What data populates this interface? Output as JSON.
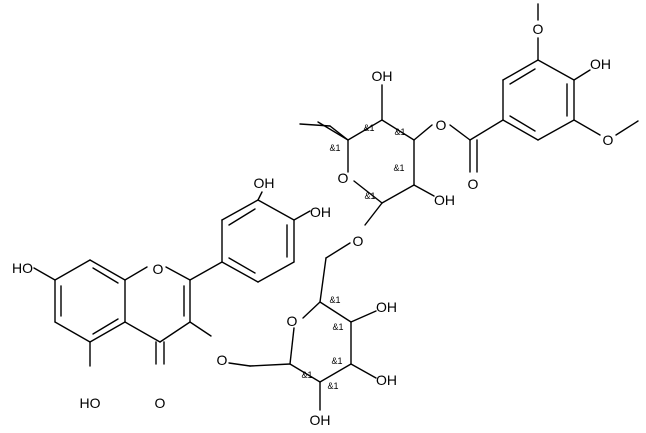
{
  "labels": {
    "oh": "OH",
    "ho": "HO",
    "o": "O",
    "stereo": "&1"
  }
}
